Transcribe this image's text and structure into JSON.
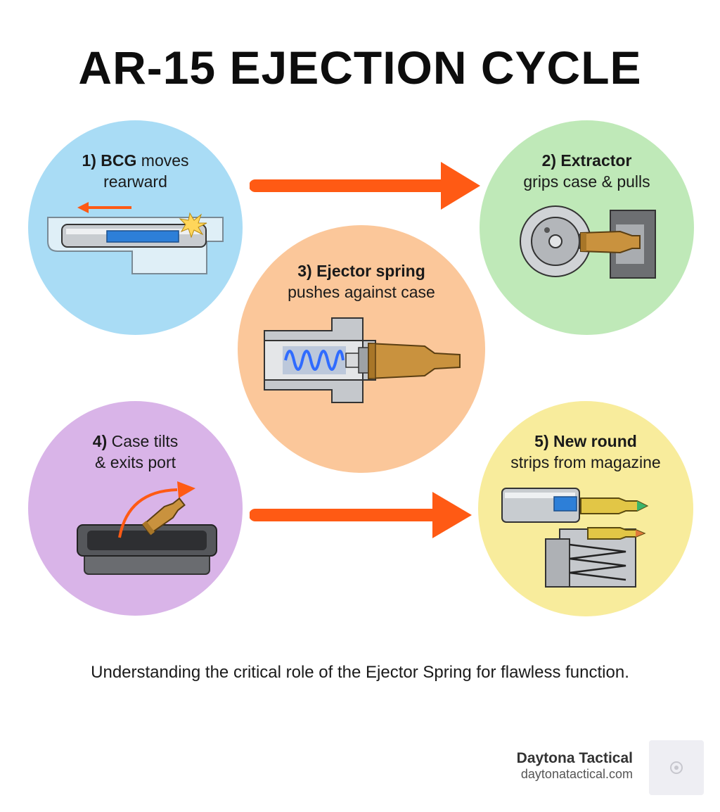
{
  "title": "AR-15 EJECTION CYCLE",
  "steps": [
    {
      "num": "1)",
      "bold": "BCG",
      "rest": " moves",
      "line2": "rearward",
      "color": "#a9dcf5"
    },
    {
      "num": "2)",
      "bold": "Extractor",
      "rest": "",
      "line2": "grips case & pulls",
      "color": "#bfe9b8"
    },
    {
      "num": "3)",
      "bold": "Ejector spring",
      "rest": "",
      "line2": "pushes against case",
      "color": "#fbc79a"
    },
    {
      "num": "4)",
      "bold": "",
      "rest": "Case tilts",
      "line2": "& exits port",
      "color": "#d9b4e8"
    },
    {
      "num": "5)",
      "bold": "New round",
      "rest": "",
      "line2": "strips from magazine",
      "color": "#f8ec9c"
    }
  ],
  "caption": "Understanding the critical role of the Ejector Spring for flawless function.",
  "brand": {
    "name": "Daytona Tactical",
    "url": "daytonatactical.com"
  },
  "colors": {
    "arrow": "#ff5a14",
    "brass": "#c9923e",
    "steel": "#b9bcc0",
    "spring": "#2f6bff"
  }
}
